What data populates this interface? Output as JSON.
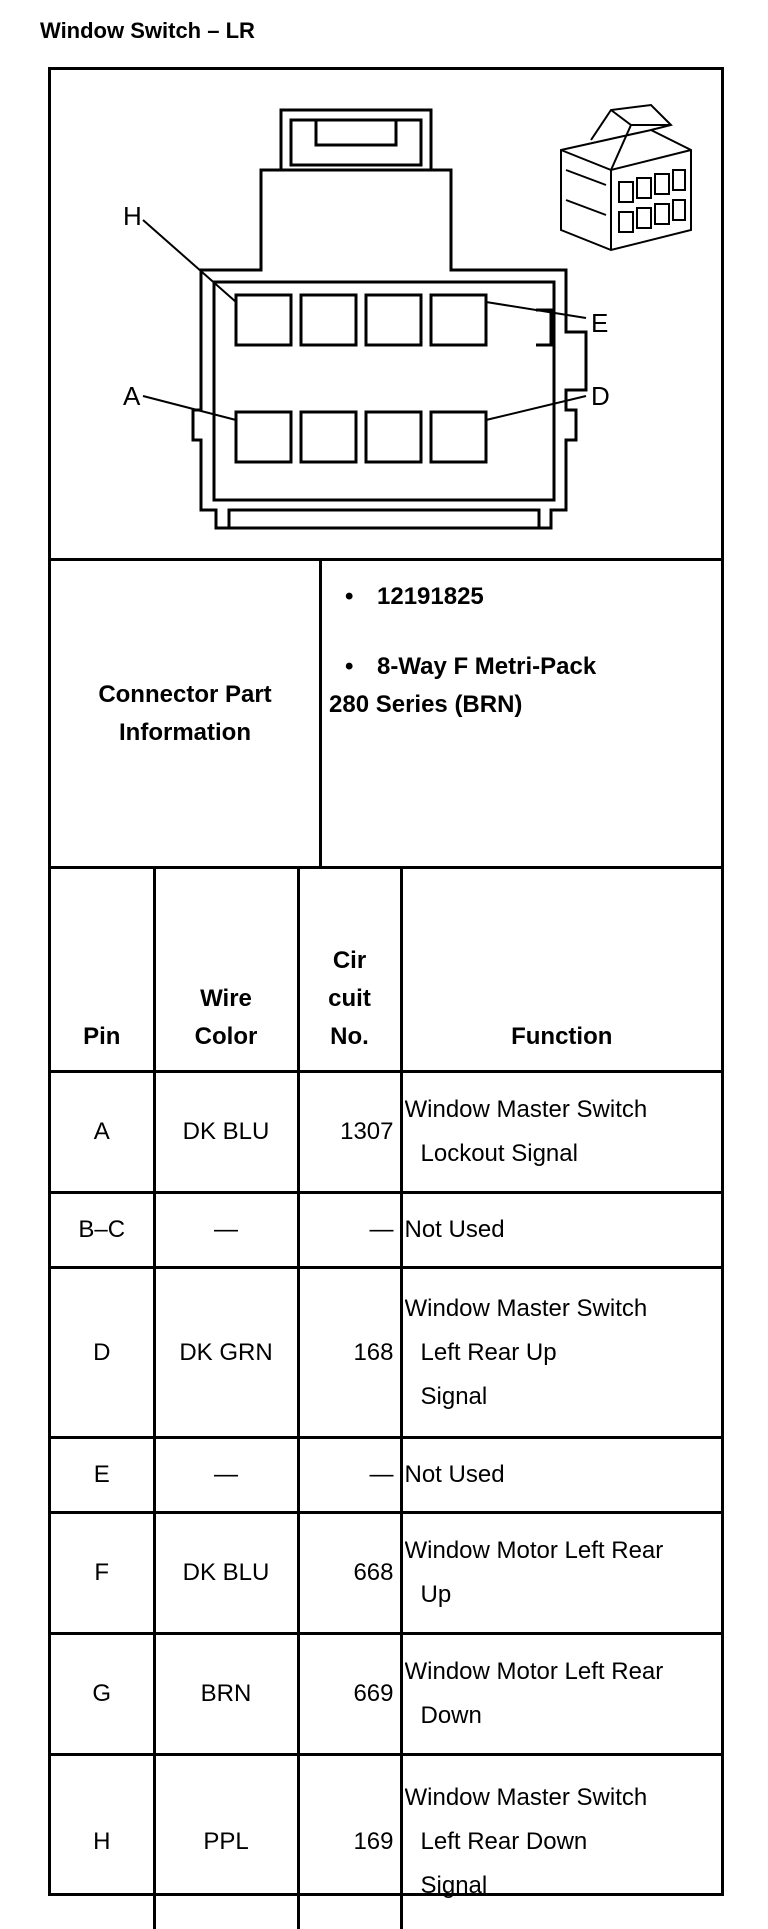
{
  "title": "Window Switch – LR",
  "diagram": {
    "pin_labels": [
      "H",
      "E",
      "A",
      "D"
    ]
  },
  "connector_info": {
    "label_line1": "Connector Part",
    "label_line2": "Information",
    "part_number": "12191825",
    "description_line1": "8-Way F Metri-Pack",
    "description_line2": "280 Series (BRN)",
    "bullet": "•"
  },
  "table": {
    "headers": {
      "pin": "Pin",
      "wire_line1": "Wire",
      "wire_line2": "Color",
      "circuit_line1": "Cir",
      "circuit_line2": "cuit",
      "circuit_line3": "No.",
      "function": "Function"
    },
    "rows": [
      {
        "pin": "A",
        "wire": "DK BLU",
        "circuit": "1307",
        "function": [
          "Window Master Switch",
          "Lockout Signal"
        ]
      },
      {
        "pin": "B–C",
        "wire": "—",
        "circuit": "—",
        "function": [
          "Not Used"
        ]
      },
      {
        "pin": "D",
        "wire": "DK GRN",
        "circuit": "168",
        "function": [
          "Window Master Switch",
          "Left Rear Up",
          "Signal"
        ]
      },
      {
        "pin": "E",
        "wire": "—",
        "circuit": "—",
        "function": [
          "Not Used"
        ]
      },
      {
        "pin": "F",
        "wire": "DK BLU",
        "circuit": "668",
        "function": [
          "Window Motor Left Rear",
          "Up"
        ]
      },
      {
        "pin": "G",
        "wire": "BRN",
        "circuit": "669",
        "function": [
          "Window Motor Left Rear",
          "Down"
        ]
      },
      {
        "pin": "H",
        "wire": "PPL",
        "circuit": "169",
        "function": [
          "Window Master Switch",
          "Left Rear Down",
          "Signal"
        ]
      }
    ]
  }
}
